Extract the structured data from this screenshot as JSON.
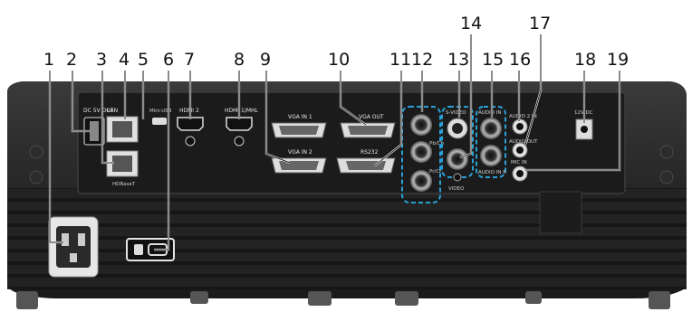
{
  "callouts": [
    "1",
    "2",
    "3",
    "4",
    "5",
    "6",
    "7",
    "8",
    "9",
    "10",
    "11",
    "12",
    "13",
    "14",
    "15",
    "16",
    "17",
    "18",
    "19"
  ],
  "labels": {
    "dc5v_out": "DC 5V OUT",
    "lan": "LAN",
    "mini_usb": "Mini-USB",
    "hdmi2": "HDMI 2",
    "hdmi1_mhl": "HDMI 1/MHL",
    "vga_in1": "VGA IN 1",
    "vga_in2": "VGA IN 2",
    "vga_out": "VGA OUT",
    "rs232": "RS232",
    "pb_cb": "Pb/Cb",
    "pr_cr": "Pr/Cr",
    "s_video": "S-VIDEO",
    "video": "VIDEO",
    "audio_in_l": "AUDIO IN",
    "audio_in_r": "AUDIO IN R",
    "audio2_in": "AUDIO 2 IN",
    "audio_out": "AUDIO OUT",
    "mic_in": "MIC IN",
    "dc12v": "12V DC",
    "hdbaset": "HDBaseT"
  },
  "colors": {
    "body": "#202020",
    "callout_box": "#2aa0d8",
    "panel": "#1b1b1b"
  }
}
